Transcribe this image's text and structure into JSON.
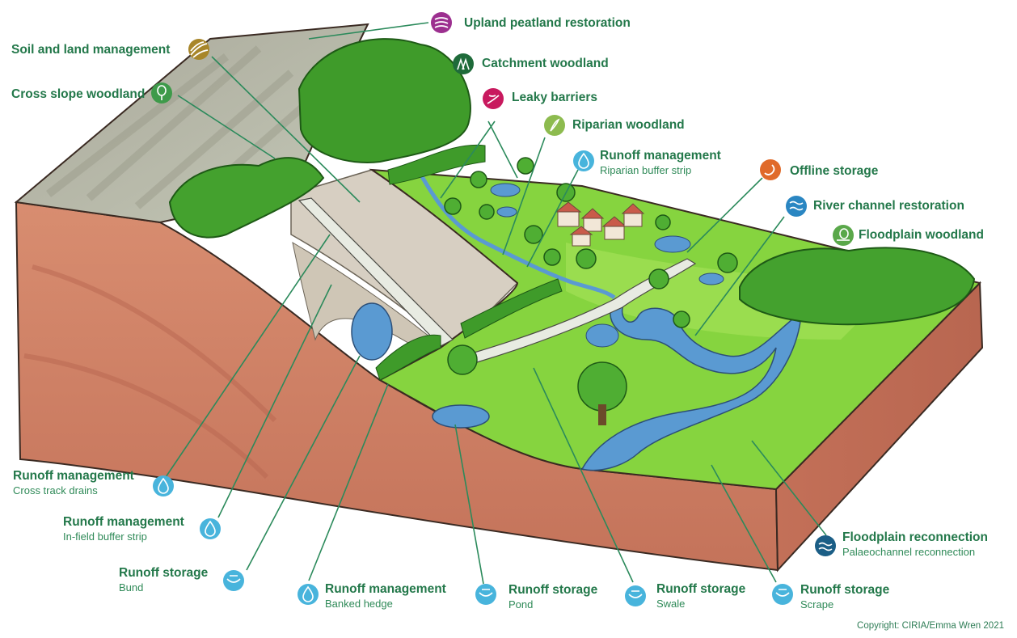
{
  "labels": [
    {
      "id": "upland-peatland-restoration",
      "title": "Upland peatland restoration",
      "icon": "peat-icon",
      "color": "#9c2f8f"
    },
    {
      "id": "soil-and-land-management",
      "title": "Soil and land management",
      "icon": "soil-icon",
      "color": "#a8862a"
    },
    {
      "id": "catchment-woodland",
      "title": "Catchment woodland",
      "icon": "catchment-trees-icon",
      "color": "#1f6b3a"
    },
    {
      "id": "cross-slope-woodland",
      "title": "Cross slope woodland",
      "icon": "tree-icon",
      "color": "#3e9a4a"
    },
    {
      "id": "leaky-barriers",
      "title": "Leaky barriers",
      "icon": "leaky-barrier-icon",
      "color": "#c8195e"
    },
    {
      "id": "riparian-woodland",
      "title": "Riparian woodland",
      "icon": "riparian-tree-icon",
      "color": "#8dbb4f"
    },
    {
      "id": "runoff-management-riparian",
      "title": "Runoff management",
      "subtitle": "Riparian buffer strip",
      "icon": "water-drop-icon",
      "color": "#48b4dc"
    },
    {
      "id": "offline-storage",
      "title": "Offline storage",
      "icon": "offline-storage-icon",
      "color": "#e06a2a"
    },
    {
      "id": "river-channel-restoration",
      "title": "River channel restoration",
      "icon": "river-icon",
      "color": "#2a86c2"
    },
    {
      "id": "floodplain-woodland",
      "title": "Floodplain woodland",
      "icon": "floodplain-tree-icon",
      "color": "#5aa84a"
    },
    {
      "id": "runoff-management-cross-track",
      "title": "Runoff management",
      "subtitle": "Cross track drains",
      "icon": "water-drop-icon",
      "color": "#48b4dc"
    },
    {
      "id": "runoff-management-infield",
      "title": "Runoff management",
      "subtitle": "In-field buffer strip",
      "icon": "water-drop-icon",
      "color": "#48b4dc"
    },
    {
      "id": "runoff-storage-bund",
      "title": "Runoff storage",
      "subtitle": "Bund",
      "icon": "storage-icon",
      "color": "#48b4dc"
    },
    {
      "id": "runoff-management-hedge",
      "title": "Runoff management",
      "subtitle": "Banked hedge",
      "icon": "water-drop-icon",
      "color": "#48b4dc"
    },
    {
      "id": "runoff-storage-pond",
      "title": "Runoff storage",
      "subtitle": "Pond",
      "icon": "storage-icon",
      "color": "#48b4dc"
    },
    {
      "id": "runoff-storage-swale",
      "title": "Runoff storage",
      "subtitle": "Swale",
      "icon": "storage-icon",
      "color": "#48b4dc"
    },
    {
      "id": "runoff-storage-scrape",
      "title": "Runoff storage",
      "subtitle": "Scrape",
      "icon": "storage-icon",
      "color": "#48b4dc"
    },
    {
      "id": "floodplain-reconnection",
      "title": "Floodplain reconnection",
      "subtitle": "Palaeochannel reconnection",
      "icon": "floodplain-reconnection-icon",
      "color": "#1b5e86"
    }
  ],
  "copyright": "Copyright: CIRIA/Emma Wren 2021",
  "palette": {
    "soil": "#cc7d62",
    "grass": "#7ed33a",
    "water": "#5a9ad2",
    "trees": "#3f9b2a",
    "leader": "#2b8a5b"
  }
}
